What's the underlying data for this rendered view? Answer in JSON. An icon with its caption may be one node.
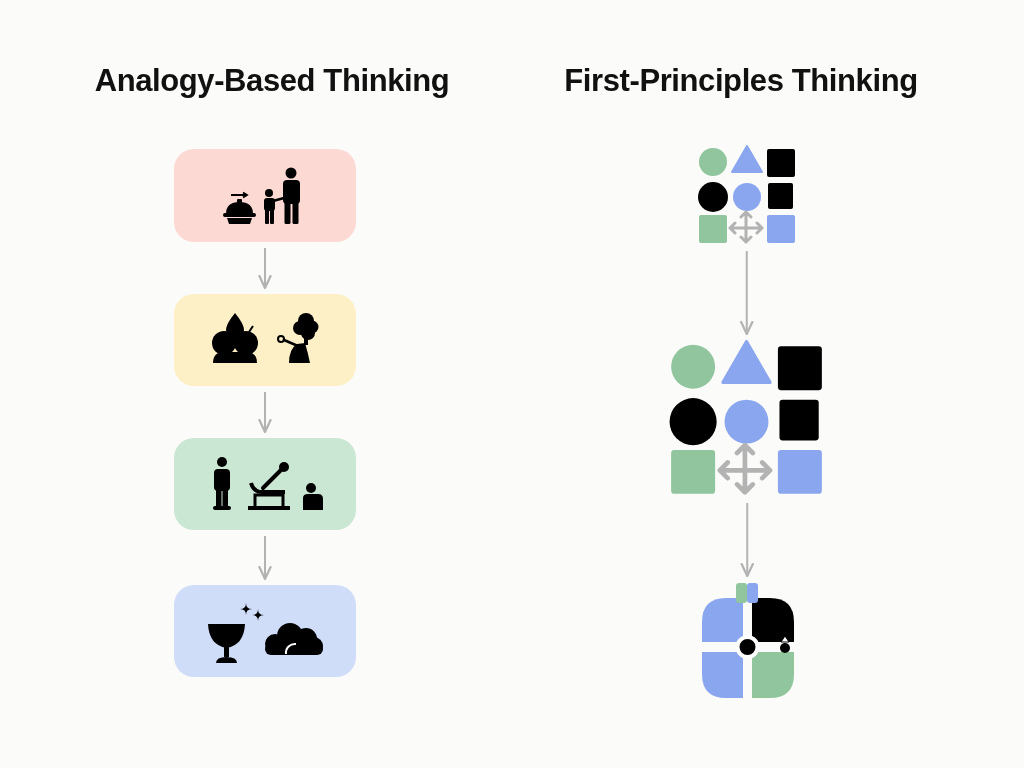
{
  "diagram": {
    "nodes": [
      {
        "text": [],
        "shape": "box"
      },
      {
        "text": [],
        "shape": "box"
      },
      {
        "text": [],
        "shape": "box"
      },
      {
        "text": [],
        "shape": "box"
      },
      {
        "text": [],
        "shape": "picture"
      },
      {
        "text": [],
        "shape": "picture"
      },
      {
        "text": [],
        "shape": "picture"
      }
    ],
    "edges": [
      {
        "from": 0,
        "to": 1,
        "arrow": "to"
      },
      {
        "from": 1,
        "to": 2,
        "arrow": "to"
      },
      {
        "from": 2,
        "to": 3,
        "arrow": "to"
      },
      {
        "from": 4,
        "to": 5,
        "arrow": "to"
      },
      {
        "from": 5,
        "to": 6,
        "arrow": "to"
      }
    ],
    "labels": [
      "Analogy-Based Thinking",
      "First-Principles Thinking"
    ]
  }
}
